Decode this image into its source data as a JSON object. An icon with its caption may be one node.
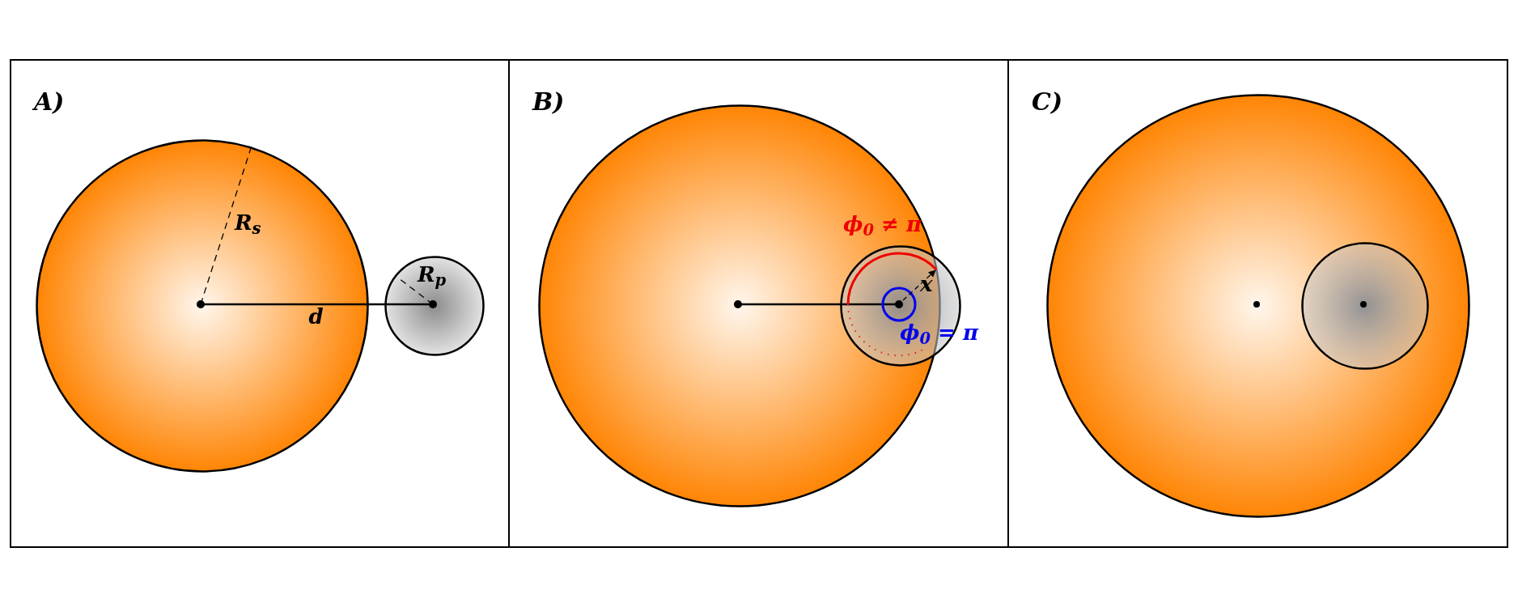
{
  "diagram": {
    "nodes": [
      {
        "text": [
          "A)"
        ]
      },
      {
        "text": [],
        "shape": "circle",
        "in": 0
      },
      {
        "text": [],
        "shape": "circle",
        "in": 0
      },
      {
        "text": [
          "B)"
        ]
      },
      {
        "text": [],
        "shape": "circle",
        "in": 3
      },
      {
        "text": [],
        "shape": "circle",
        "in": 3
      },
      {
        "text": [
          "C)"
        ]
      },
      {
        "text": [],
        "shape": "circle",
        "in": 6
      },
      {
        "text": [],
        "shape": "circle",
        "in": 7
      }
    ],
    "edges": [
      {
        "from": 1,
        "to": 2,
        "arrow": "other",
        "label": "d"
      },
      {
        "from": 4,
        "to": 5,
        "arrow": "other"
      }
    ],
    "labels": [
      "R$_{s}$",
      "R$_{p}$",
      "ϕ$_{0}$ ≠ π",
      "x",
      "ϕ$_{0}$ = π"
    ]
  }
}
